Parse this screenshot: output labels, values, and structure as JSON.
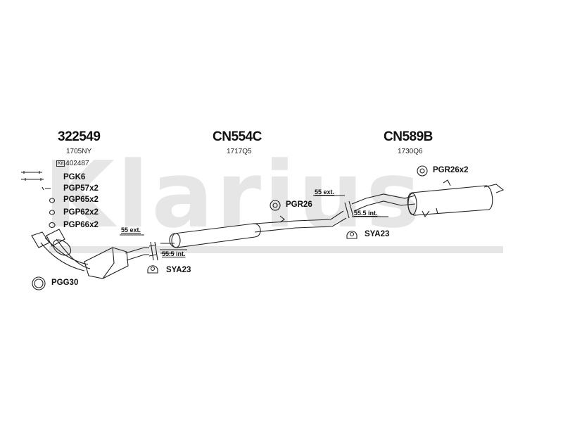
{
  "watermark": "Klarius",
  "sections": {
    "front": {
      "part_number": "322549",
      "ref": "1705NY",
      "kit_label": "Kit",
      "kit_number": "402487",
      "fittings": [
        "PGK6",
        "PGP57x2",
        "PGP65x2",
        "PGP62x2",
        "PGP66x2"
      ]
    },
    "middle": {
      "part_number": "CN554C",
      "ref": "1717Q5"
    },
    "rear": {
      "part_number": "CN589B",
      "ref": "1730Q6"
    }
  },
  "accessories": {
    "pgg30": "PGG30",
    "sya23_left": "SYA23",
    "sya23_right": "SYA23",
    "pgr26": "PGR26",
    "pgr26x2": "PGR26x2"
  },
  "dimensions": {
    "left_ext": "55 ext.",
    "left_int": "55.5 int.",
    "right_ext": "55 ext.",
    "right_int": "55.5 int."
  },
  "colors": {
    "line": "#222222",
    "watermark": "#e6e6e6"
  }
}
